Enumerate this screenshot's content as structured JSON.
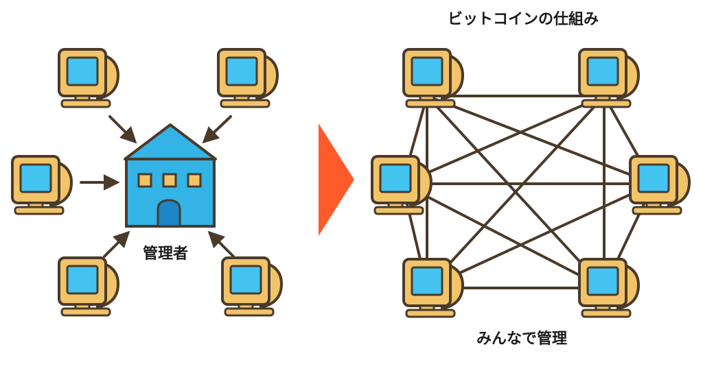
{
  "title": "ビットコインの仕組み",
  "centralized": {
    "admin_label": "管理者"
  },
  "decentralized": {
    "label": "みんなで管理"
  },
  "colors": {
    "monitor_body": "#f2c46a",
    "monitor_screen": "#43c3f0",
    "outline": "#4a3a2a",
    "building": "#33b3e6",
    "door": "#1d86c8",
    "window": "#f2c46a",
    "arrow": "#ff5a2a",
    "link": "#4a3a2a"
  }
}
